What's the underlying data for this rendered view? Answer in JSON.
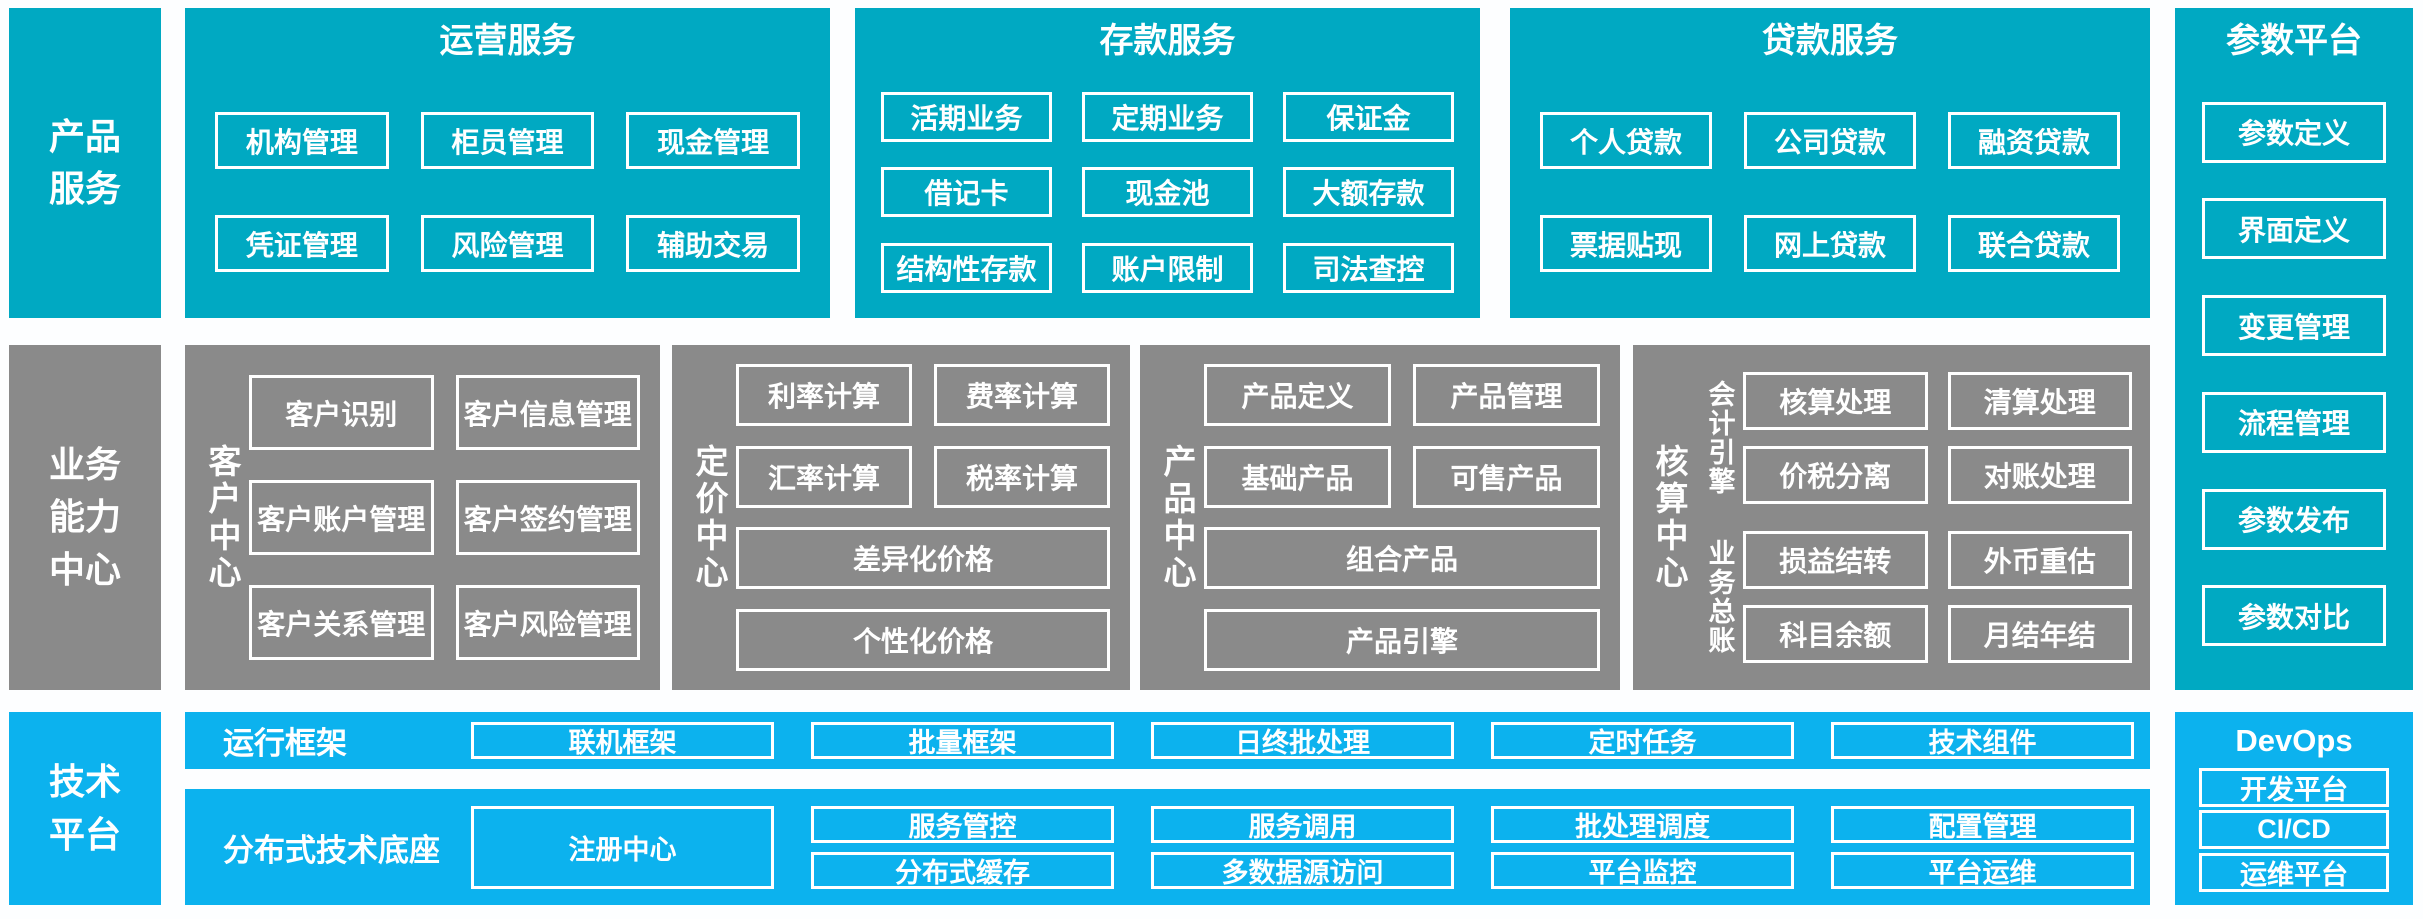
{
  "colors": {
    "teal": "#00a9c2",
    "blue": "#0cb2ee",
    "gray": "#8a8a8a",
    "border": "#ffffff",
    "text": "#ffffff"
  },
  "rails": {
    "product": "产品\n服务",
    "business": "业务\n能力\n中心",
    "tech": "技术\n平台"
  },
  "operations": {
    "title": "运营服务",
    "items": [
      "机构管理",
      "柜员管理",
      "现金管理",
      "凭证管理",
      "风险管理",
      "辅助交易"
    ]
  },
  "deposit": {
    "title": "存款服务",
    "items": [
      "活期业务",
      "定期业务",
      "保证金",
      "借记卡",
      "现金池",
      "大额存款",
      "结构性存款",
      "账户限制",
      "司法查控"
    ]
  },
  "loan": {
    "title": "贷款服务",
    "items": [
      "个人贷款",
      "公司贷款",
      "融资贷款",
      "票据贴现",
      "网上贷款",
      "联合贷款"
    ]
  },
  "params": {
    "title": "参数平台",
    "items": [
      "参数定义",
      "界面定义",
      "变更管理",
      "流程管理",
      "参数发布",
      "参数对比"
    ]
  },
  "customer": {
    "label": "客户中心",
    "items": [
      "客户识别",
      "客户信息管理",
      "客户账户管理",
      "客户签约管理",
      "客户关系管理",
      "客户风险管理"
    ]
  },
  "pricing": {
    "label": "定价中心",
    "items": [
      "利率计算",
      "费率计算",
      "汇率计算",
      "税率计算"
    ],
    "wide": [
      "差异化价格",
      "个性化价格"
    ]
  },
  "product": {
    "label": "产品中心",
    "items": [
      "产品定义",
      "产品管理",
      "基础产品",
      "可售产品"
    ],
    "wide": [
      "组合产品",
      "产品引擎"
    ]
  },
  "accounting": {
    "label": "核算中心",
    "engine": {
      "label": "会计引擎",
      "items": [
        "核算处理",
        "清算处理",
        "价税分离",
        "对账处理"
      ]
    },
    "ledger": {
      "label": "业务总账",
      "items": [
        "损益结转",
        "外币重估",
        "科目余额",
        "月结年结"
      ]
    }
  },
  "runtime": {
    "label": "运行框架",
    "items": [
      "联机框架",
      "批量框架",
      "日终批处理",
      "定时任务",
      "技术组件"
    ]
  },
  "distributed": {
    "label": "分布式技术底座",
    "registry": "注册中心",
    "top": [
      "服务管控",
      "服务调用",
      "批处理调度",
      "配置管理"
    ],
    "bottom": [
      "分布式缓存",
      "多数据源访问",
      "平台监控",
      "平台运维"
    ]
  },
  "devops": {
    "title": "DevOps",
    "items": [
      "开发平台",
      "CI/CD",
      "运维平台"
    ]
  }
}
